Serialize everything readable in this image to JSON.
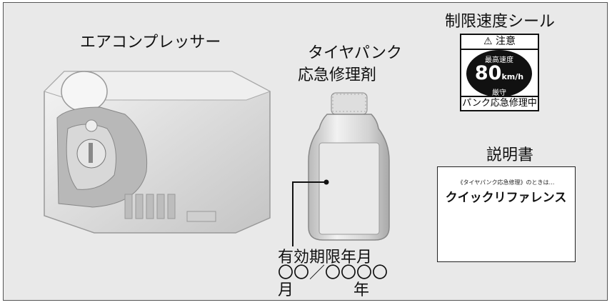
{
  "labels": {
    "compressor": "エアコンプレッサー",
    "repair_agent_line1": "タイヤパンク",
    "repair_agent_line2": "応急修理剤",
    "speed_sticker": "制限速度シール",
    "manual": "説明書",
    "expiry_line1": "有効期限年月",
    "expiry_line2": "〇〇／〇〇〇〇",
    "expiry_month": "月",
    "expiry_year": "年"
  },
  "sticker": {
    "header": "⚠ 注意",
    "top": "最高速度",
    "speed": "80",
    "unit": "km/h",
    "bottom": "厳守",
    "footer": "パンク応急修理中"
  },
  "manual_doc": {
    "subtitle": "《タイヤパンク応急修理》のときは…",
    "title": "クイックリファレンス"
  },
  "colors": {
    "panel_bg": "#e9e9e9",
    "border": "#555555",
    "object_fill": "#d6d6d6"
  }
}
